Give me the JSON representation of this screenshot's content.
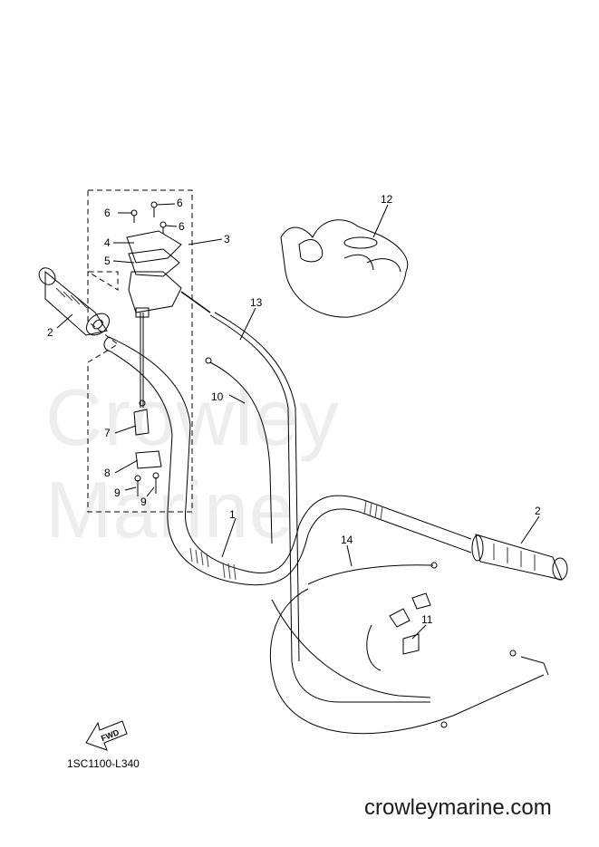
{
  "watermark": "Crowley Marine",
  "site_url": "crowleymarine.com",
  "diagram_code": "1SC1100-L340",
  "fwd_label": "FWD",
  "callouts": [
    "1",
    "2",
    "2",
    "3",
    "4",
    "5",
    "6",
    "6",
    "6",
    "7",
    "8",
    "9",
    "9",
    "10",
    "11",
    "12",
    "13",
    "14"
  ]
}
